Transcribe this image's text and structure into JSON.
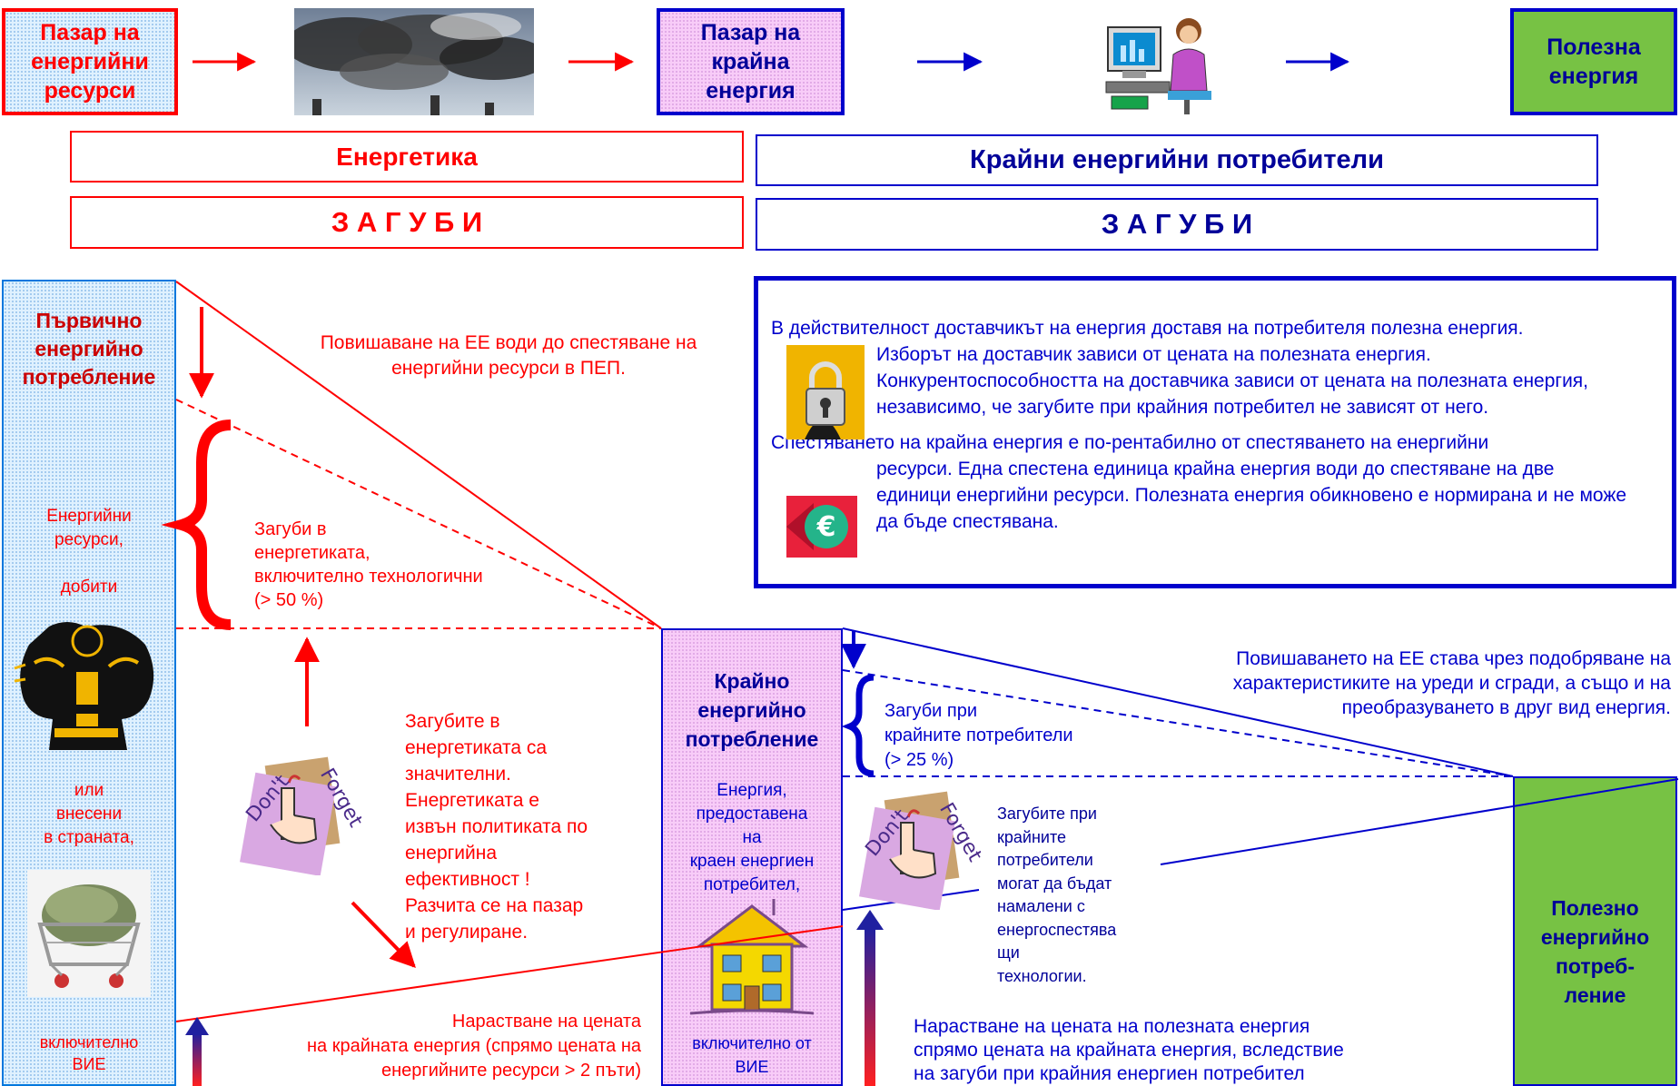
{
  "top_row": {
    "market_resources": "Пазар на\nенергийни\nресурси",
    "market_final": "Пазар на\nкрайна\nенергия",
    "useful_energy": "Полезна\nенергия"
  },
  "bands": {
    "energy_sector": "Енергетика",
    "final_consumers": "Крайни енергийни потребители",
    "losses_left": "З А Г У Б И",
    "losses_right": "З А Г У Б И"
  },
  "info_box": {
    "line1": "В действителност доставчикът на енергия доставя на потребителя полезна енергия.",
    "para1": "Изборът на доставчик зависи от цената на полезната енергия. Конкурентоспособността на доставчика зависи от цената на полезната енергия, независимо, че загубите при крайния потребител не зависят от него.",
    "line2": "Спестяването на крайна енергия е по-рентабилно от спестяването на енергийни",
    "para2": "ресурси. Една спестена единица крайна енергия води до спестяване на две единици енергийни ресурси. Полезната енергия обикновено е нормирана и не може да бъде спестявана."
  },
  "left_column": {
    "title": "Първично\nенергийно\nпотребление",
    "resources": "Енергийни\nресурси,",
    "mined": "добити",
    "or_imported": "или\nвнесени\nв страната,",
    "incl_res": "включително\nВИЕ"
  },
  "middle_column": {
    "title": "Крайно\nенергийно\nпотребление",
    "provided": "Енергия,\nпредоставена\nна\nкраен енергиен\nпотребител,",
    "incl_res": "включително от\nВИЕ"
  },
  "right_column": {
    "title": "Полезно\nенергийно\nпотреб-\nление"
  },
  "notes": {
    "ee_pep": "Повишаване на ЕЕ води до спестяване на\nенергийни ресурси в ПЕП.",
    "losses_energy": "Загуби в\nенергетиката,\nвключително технологични\n(> 50 %)",
    "losses_significant": "Загубите в\nенергетиката са\nзначителни.\nЕнергетиката е\nизвън политиката по\nенергийна\nефективност !\nРазчита се на пазар\nи регулиране.",
    "price_growth_final": "Нарастване на цената\nна крайната енергия (спрямо цената на\nенергийните ресурси > 2 пъти)",
    "ee_devices": "Повишаването на ЕЕ става чрез подобряване на\nхарактеристиките на уреди и сгради, а също и на\nпреобразуването в друг вид енергия.",
    "losses_consumers": "Загуби при\nкрайните потребители\n(> 25 %)",
    "losses_reduced": "Загубите при\nкрайните\nпотребители\nмогат да бъдат\nнамалени с\nенергоспестява\nщи\nтехнологии.",
    "price_growth_useful": "Нарастване на цената на полезната енергия\nспрямо цената на крайната енергия, вследствие\nна загуби при крайния енергиен потребител"
  },
  "dont_forget": {
    "word1": "Don't",
    "word2": "Forget"
  },
  "colors": {
    "red": "#ff0000",
    "blue": "#0000cc",
    "green": "#77c244",
    "light_blue": "#dff1ff",
    "pink": "#f8ccf8"
  },
  "icons": [
    "smokestack-photo",
    "computer-user-icon",
    "padlock-icon",
    "euro-icon",
    "bodybuilder-icon",
    "money-cart-icon",
    "house-icon",
    "dont-forget-icon"
  ]
}
